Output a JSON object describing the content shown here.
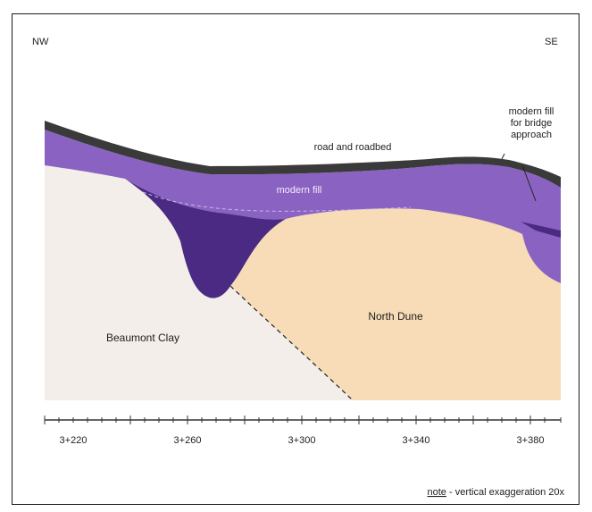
{
  "direction": {
    "left": "NW",
    "right": "SE"
  },
  "layers": {
    "road": "road and roadbed",
    "modern_fill": "modern fill",
    "bridge_fill_lines": [
      "modern fill",
      "for bridge",
      "approach"
    ],
    "north_dune": "North Dune",
    "beaumont_clay": "Beaumont Clay"
  },
  "stations": [
    "3+220",
    "3+260",
    "3+300",
    "3+340",
    "3+380"
  ],
  "note": {
    "prefix": "note",
    "text": " - vertical exaggeration 20x"
  },
  "colors": {
    "road": "#3a3a3a",
    "modern_fill_light": "#8a63c2",
    "modern_fill_dark": "#4b2a83",
    "north_dune": "#f7dcb7",
    "beaumont_clay": "#f3eee9",
    "axis": "#333333"
  }
}
